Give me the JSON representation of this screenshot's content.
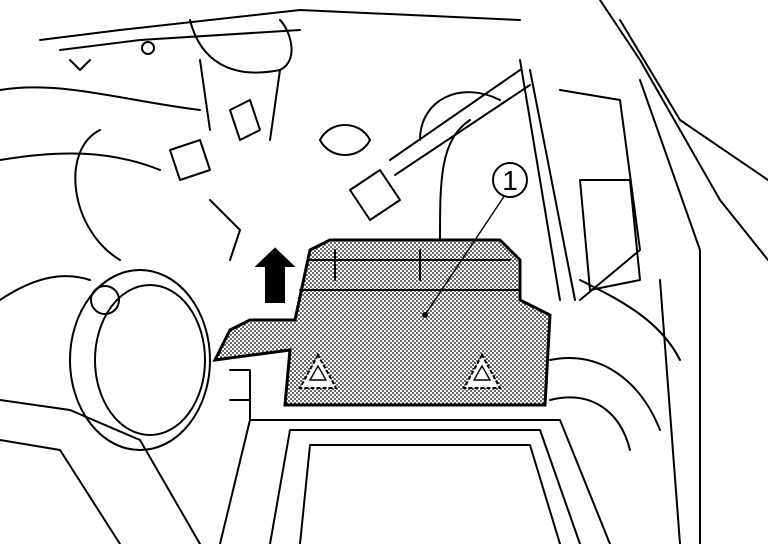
{
  "diagram": {
    "callouts": [
      {
        "label": "1",
        "target": "cover"
      }
    ],
    "arrow_direction": "up",
    "colors": {
      "line": "#000000",
      "background": "#ffffff"
    }
  }
}
